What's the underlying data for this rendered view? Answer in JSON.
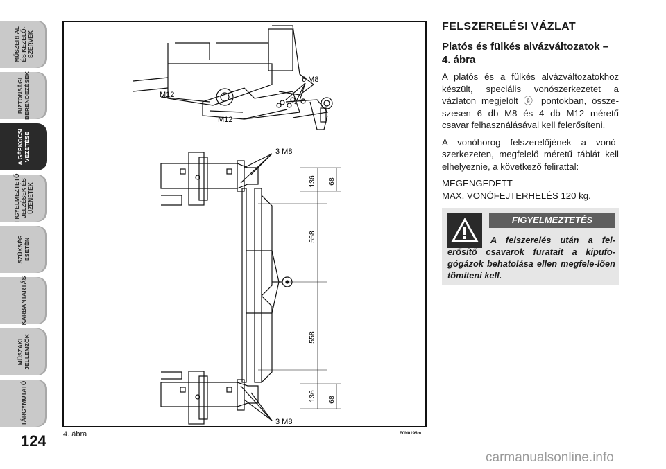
{
  "tabs": [
    {
      "label": "MŰSZERFAL\nÉS KEZELŐ-\nSZERVEK",
      "active": false
    },
    {
      "label": "BIZTONSÁGI\nBERENDEZÉSEK",
      "active": false
    },
    {
      "label": "A GÉPKOCSI\nVEZETÉSE",
      "active": true
    },
    {
      "label": "FIGYELMEZTETŐ\nJELZÉSEK ÉS\nÜZENETEK",
      "active": false
    },
    {
      "label": "SZÜKSÉG\nESETÉN",
      "active": false
    },
    {
      "label": "KARBANTARTÁS",
      "active": false
    },
    {
      "label": "MŰSZAKI\nJELLEMZŐK",
      "active": false
    },
    {
      "label": "TÁRGYMUTATÓ",
      "active": false
    }
  ],
  "page_number": "124",
  "figure": {
    "caption": "4. ábra",
    "code": "F0N0195m",
    "labels": {
      "m12_a": "M12",
      "m12_b": "M12",
      "m8_6": "6 M8",
      "m8_3_top": "3 M8",
      "m8_3_bottom": "3 M8",
      "dim_136_top": "136",
      "dim_68_top": "68",
      "dim_558_a": "558",
      "dim_558_b": "558",
      "dim_136_bottom": "136",
      "dim_68_bottom": "68"
    }
  },
  "content": {
    "title": "FELSZERELÉSI VÁZLAT",
    "subtitle": "Platós és fülkés alvázváltozatok – 4. ábra",
    "para1": "A platós és a fülkés alvázváltozatokhoz készült, speciális vonószerkezetet a vázlaton megjelölt ⓐ pontokban, össze-szesen 6 db M8 és 4 db M12 méretű csavar felhasználásával kell felerősíteni.",
    "para2": "A vonóhorog felszerelőjének a vonó-szerkezeten, megfelelő méretű táblát kell elhelyeznie, a következő felirattal:",
    "notice_line1": "MEGENGEDETT",
    "notice_line2": "MAX. VONÓFEJTERHELÉS 120 kg."
  },
  "warning": {
    "title": "FIGYELMEZTETÉS",
    "text": "A felszerelés után a fel-erősítő csavarok furatait a kipufo-gógázok behatolása ellen megfele-lően tömíteni kell."
  },
  "watermark": "carmanualsonline.info"
}
